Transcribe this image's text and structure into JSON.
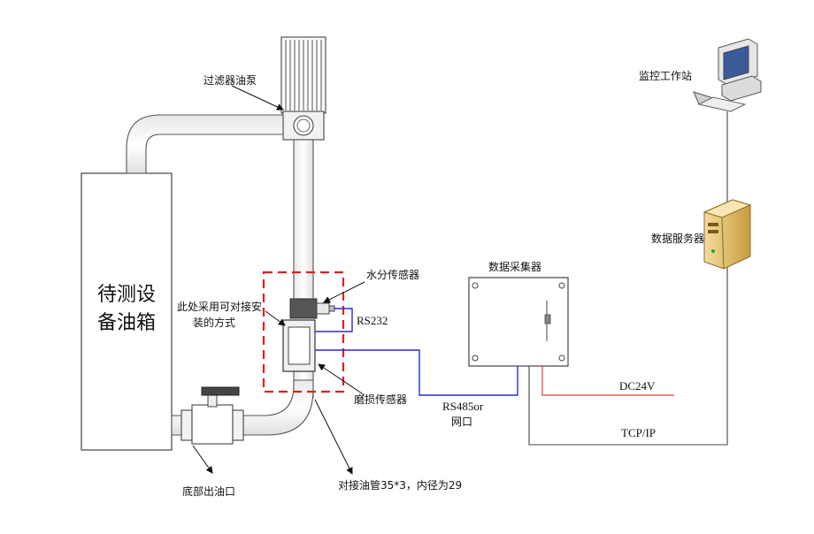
{
  "tank": {
    "line1": "待测设",
    "line2": "备油箱"
  },
  "labels": {
    "filter_pump": "过滤器油泵",
    "water_sensor": "水分传感器",
    "install_note_1": "此处采用可对接安",
    "install_note_2": "装的方式",
    "rs232": "RS232",
    "wear_sensor": "磨损传感器",
    "pipe_spec": "对接油管35*3，内径为29",
    "outlet": "底部出油口",
    "collector": "数据采集器",
    "rs485_1": "RS485or",
    "rs485_2": "网口",
    "dc24v": "DC24V",
    "tcpip": "TCP/IP",
    "server": "数据服务器",
    "workstation": "监控工作站"
  },
  "colors": {
    "dashed_box": "#e02020",
    "signal_line": "#2a2ad0",
    "power_line": "#e04040",
    "network_line": "#444444",
    "pipe_stroke": "#555555"
  }
}
